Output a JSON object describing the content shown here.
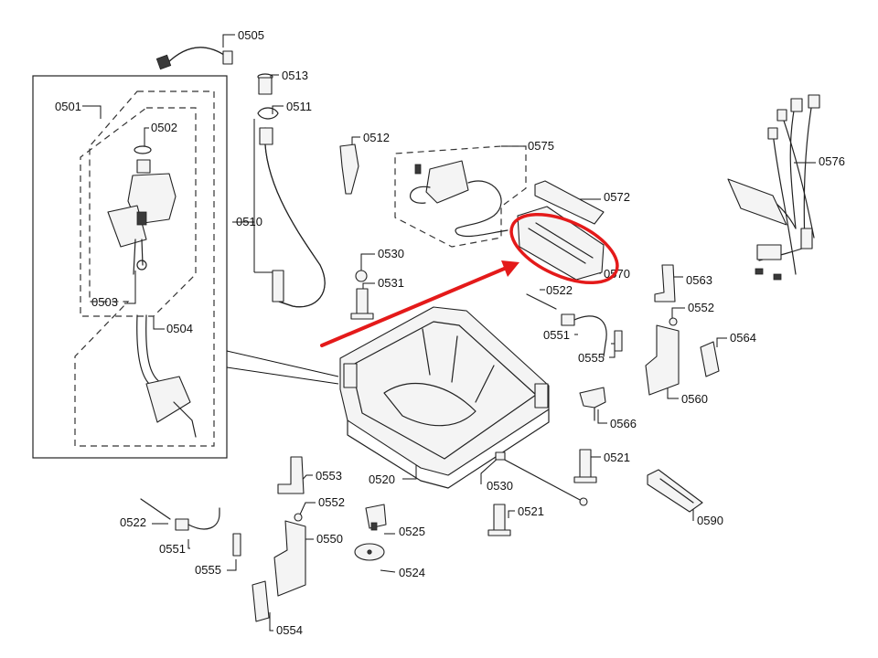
{
  "diagram": {
    "parts": {
      "p0505": "0505",
      "p0513": "0513",
      "p0511": "0511",
      "p0501": "0501",
      "p0502": "0502",
      "p0512": "0512",
      "p0575": "0575",
      "p0576": "0576",
      "p0572": "0572",
      "p0510": "0510",
      "p0530a": "0530",
      "p0531": "0531",
      "p0570": "0570",
      "p0563": "0563",
      "p0522a": "0522",
      "p0552a": "0552",
      "p0503": "0503",
      "p0504": "0504",
      "p0551a": "0551",
      "p0564": "0564",
      "p0555a": "0555",
      "p0560": "0560",
      "p0566": "0566",
      "p0521a": "0521",
      "p0553": "0553",
      "p0520": "0520",
      "p0530b": "0530",
      "p0552b": "0552",
      "p0590": "0590",
      "p0521b": "0521",
      "p0522b": "0522",
      "p0525": "0525",
      "p0551b": "0551",
      "p0550": "0550",
      "p0555b": "0555",
      "p0524": "0524",
      "p0554": "0554"
    },
    "highlight_color": "#e41a1a",
    "line_color": "#222222"
  }
}
